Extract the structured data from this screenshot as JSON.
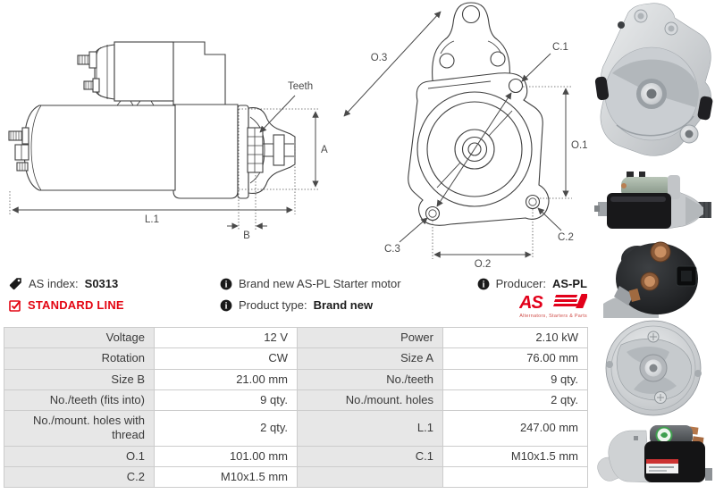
{
  "colors": {
    "accent_red": "#e30613",
    "logo_red": "#e2001a",
    "table_label_bg": "#e7e7e7",
    "table_border": "#cccccc",
    "drawing_line": "#404040"
  },
  "diagram": {
    "labels": {
      "teeth": "Teeth",
      "l1": "L.1",
      "a": "A",
      "b": "B",
      "o1": "O.1",
      "o2": "O.2",
      "o3": "O.3",
      "c1": "C.1",
      "c2": "C.2",
      "c3": "C.3"
    }
  },
  "header": {
    "as_index_label": "AS index:",
    "as_index_value": "S0313",
    "standard_line": "STANDARD LINE",
    "brand_new_line": "Brand new AS-PL Starter motor",
    "product_type_label": "Product type:",
    "product_type_value": "Brand new",
    "producer_label": "Producer:",
    "producer_value": "AS-PL"
  },
  "logo": {
    "text": "AS",
    "tagline": "Alternators, Starters & Parts"
  },
  "table": {
    "rows": [
      {
        "cells": [
          "Voltage",
          "12 V",
          "Power",
          "2.10 kW"
        ]
      },
      {
        "cells": [
          "Rotation",
          "CW",
          "Size A",
          "76.00 mm"
        ]
      },
      {
        "cells": [
          "Size B",
          "21.00 mm",
          "No./teeth",
          "9 qty."
        ]
      },
      {
        "cells": [
          "No./teeth (fits into)",
          "9 qty.",
          "No./mount. holes",
          "2 qty."
        ]
      },
      {
        "cells": [
          "No./mount. holes with thread",
          "2 qty.",
          "L.1",
          "247.00 mm"
        ]
      },
      {
        "cells": [
          "O.1",
          "101.00 mm",
          "C.1",
          "M10x1.5 mm"
        ]
      },
      {
        "cells": [
          "C.2",
          "M10x1.5 mm",
          "",
          ""
        ]
      }
    ]
  },
  "photos": [
    {
      "name": "starter-front-view"
    },
    {
      "name": "starter-side-view"
    },
    {
      "name": "solenoid-end-view"
    },
    {
      "name": "starter-end-cap-view"
    },
    {
      "name": "starter-side-view-2"
    }
  ]
}
